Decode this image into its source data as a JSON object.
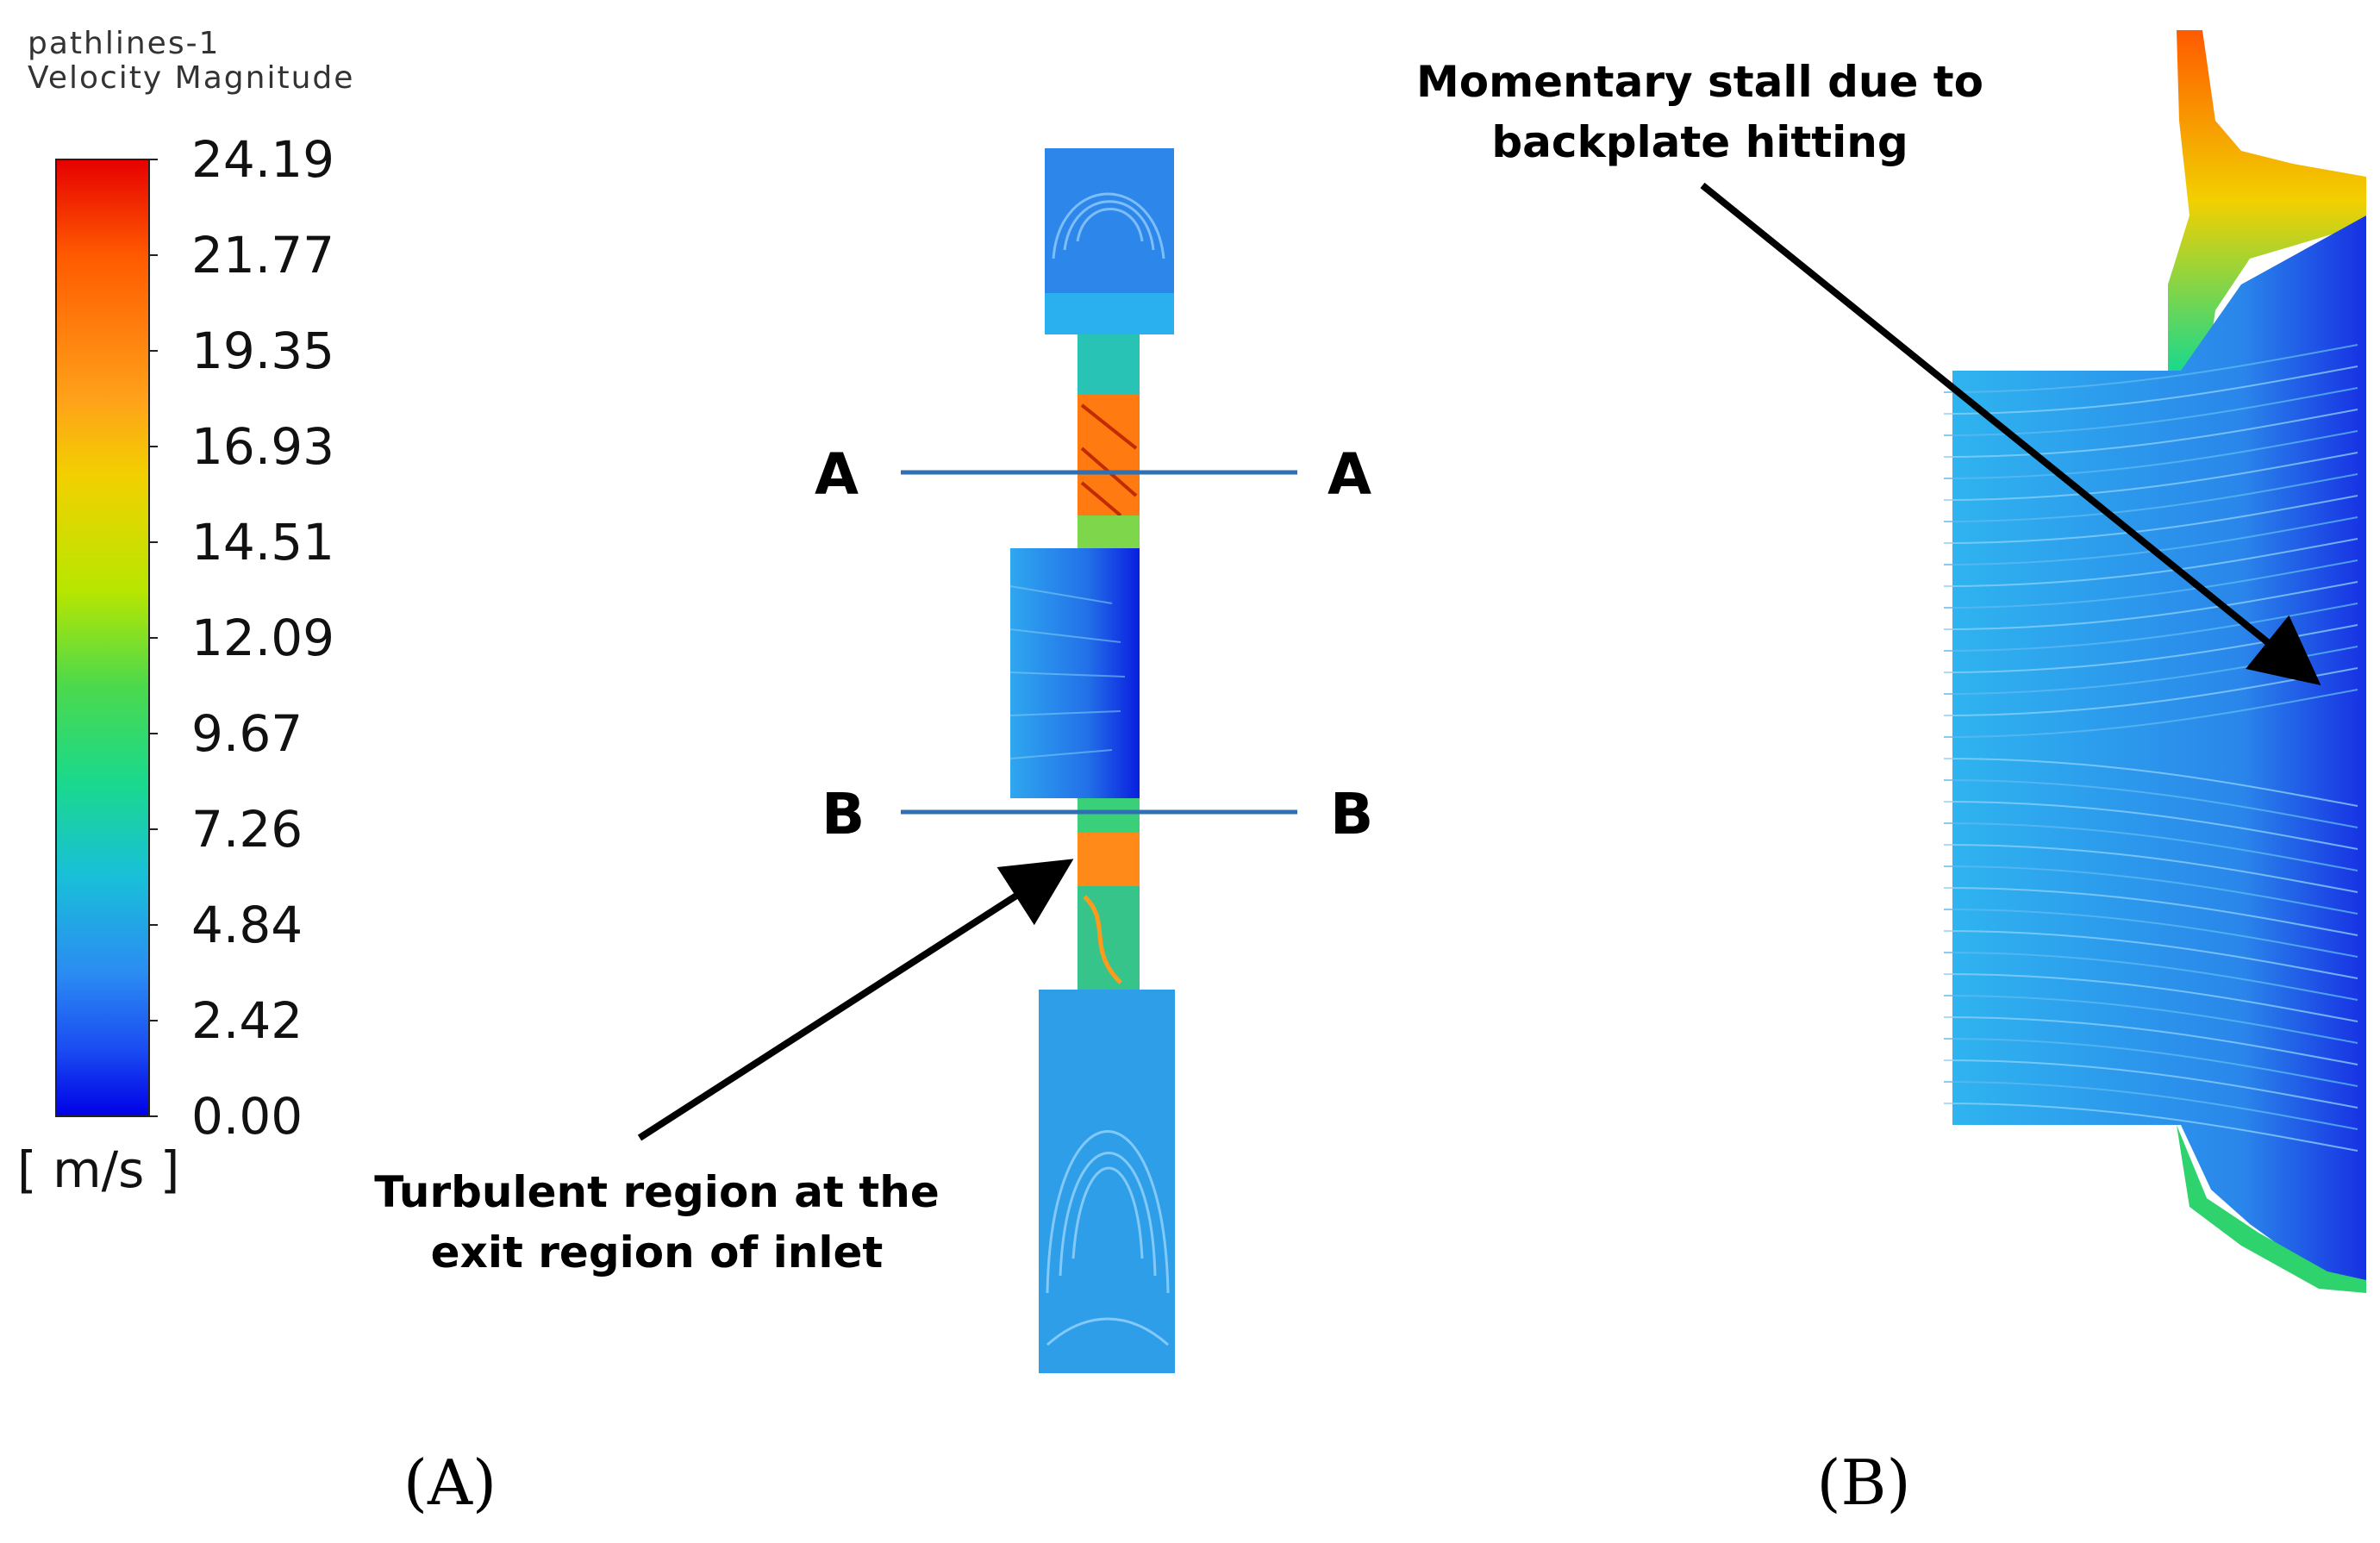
{
  "legend": {
    "title_line1": "pathlines-1",
    "title_line2": "Velocity Magnitude",
    "ticks": [
      "24.19",
      "21.77",
      "19.35",
      "16.93",
      "14.51",
      "12.09",
      "9.67",
      "7.26",
      "4.84",
      "2.42",
      "0.00"
    ],
    "units": "[ m/s ]",
    "colormap": [
      "#e60000",
      "#ff5a00",
      "#ffa11a",
      "#f2d000",
      "#b8e600",
      "#4cd94c",
      "#1ad98c",
      "#19bfd9",
      "#2b8cf2",
      "#1a4cf2",
      "#0000e6"
    ]
  },
  "panel_a": {
    "label": "(A)",
    "section_a_left": "A",
    "section_a_right": "A",
    "section_b_left": "B",
    "section_b_right": "B",
    "annotation_line1": "Turbulent region at the",
    "annotation_line2": "exit region of inlet",
    "line_color": "#2f6fb3"
  },
  "panel_b": {
    "label": "(B)",
    "annotation_line1": "Momentary stall due to",
    "annotation_line2": "backplate hitting"
  }
}
